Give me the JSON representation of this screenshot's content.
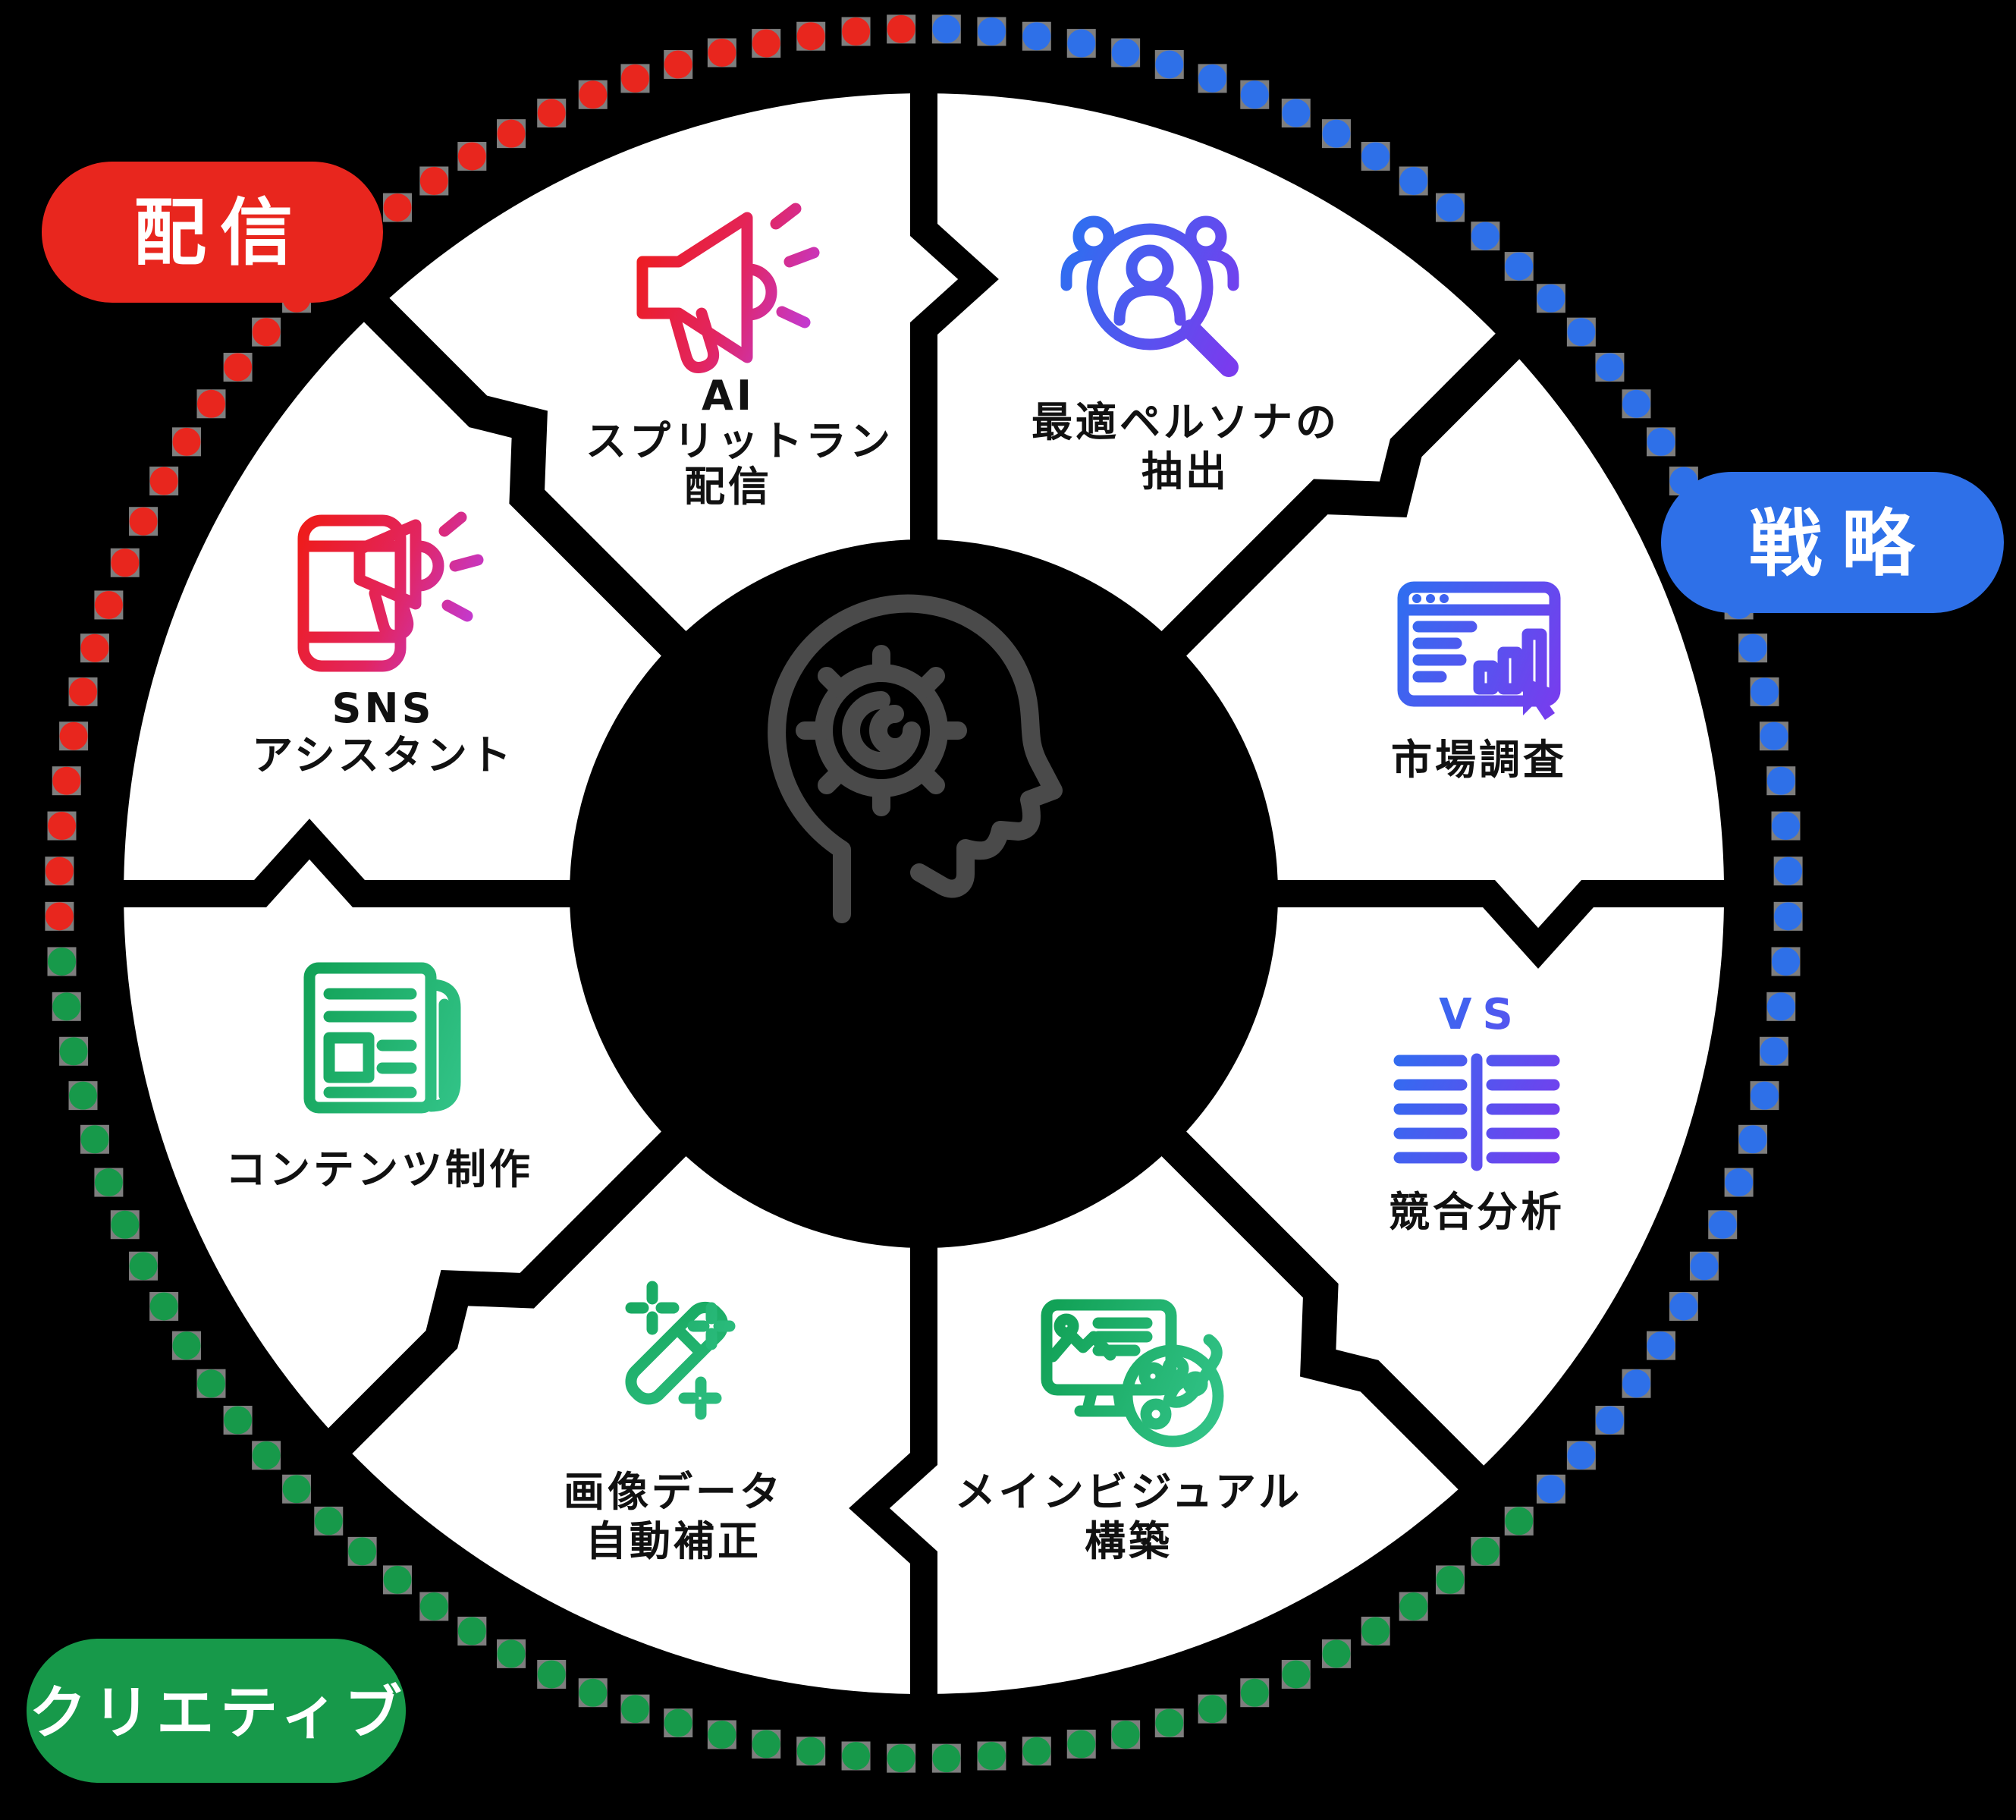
{
  "diagram": {
    "title": "AI marketing process wheel",
    "center_icon": "head-gear-icon",
    "vs_text": "VS",
    "colors": {
      "delivery": "#e8261e",
      "strategy": "#2e70e8",
      "creative": "#17994a",
      "background": "#000000",
      "segment_fill": "#ffffff",
      "label_text": "#111111",
      "pill_text": "#ffffff",
      "dot_shadow": "#7e7e7e",
      "center_icon_gray": "#4a4a4a"
    },
    "groups": [
      {
        "id": "delivery",
        "label": "配信",
        "color": "#e8261e",
        "position": "top-left"
      },
      {
        "id": "strategy",
        "label": "戦略",
        "color": "#2e70e8",
        "position": "right"
      },
      {
        "id": "creative",
        "label": "クリエティブ",
        "color": "#17994a",
        "position": "bottom-left"
      }
    ],
    "segments": [
      {
        "name": "最適ペルソナの抽出",
        "lines": [
          "最適ペルソナの",
          "抽出"
        ],
        "icon": "persona-search-icon",
        "group": "戦略"
      },
      {
        "name": "市場調査",
        "lines": [
          "市場調査"
        ],
        "icon": "market-research-icon",
        "group": "戦略"
      },
      {
        "name": "競合分析",
        "lines": [
          "競合分析"
        ],
        "icon": "vs-comparison-icon",
        "group": "戦略"
      },
      {
        "name": "メインビジュアル構築",
        "lines": [
          "メインビジュアル",
          "構築"
        ],
        "icon": "visual-design-icon",
        "group": "クリエティブ"
      },
      {
        "name": "画像データ自動補正",
        "lines": [
          "画像データ",
          "自動補正"
        ],
        "icon": "magic-wand-icon",
        "group": "クリエティブ"
      },
      {
        "name": "コンテンツ制作",
        "lines": [
          "コンテンツ制作"
        ],
        "icon": "newspaper-icon",
        "group": "クリエティブ"
      },
      {
        "name": "SNSアシスタント",
        "lines": [
          "SNS",
          "アシスタント"
        ],
        "icon": "sns-megaphone-icon",
        "group": "配信"
      },
      {
        "name": "AIスプリットラン配信",
        "lines": [
          "AI",
          "スプリットラン",
          "配信"
        ],
        "icon": "megaphone-icon",
        "group": "配信"
      }
    ]
  }
}
